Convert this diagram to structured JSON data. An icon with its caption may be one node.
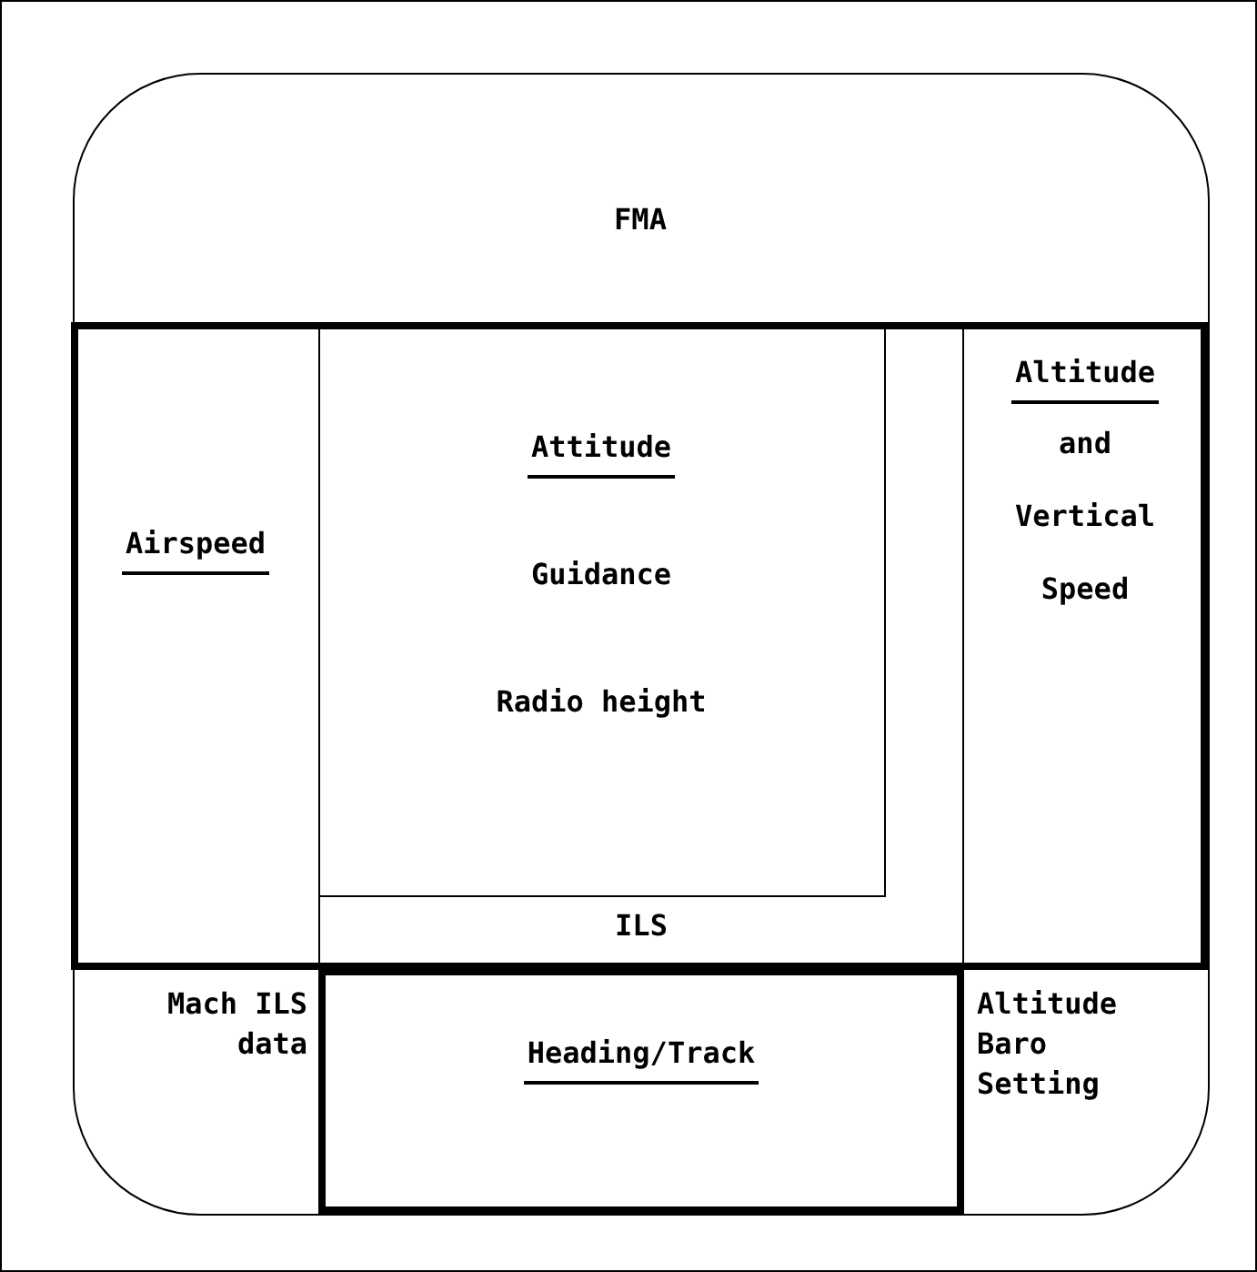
{
  "diagram": {
    "nodes": [
      {
        "text": [
          "FMA"
        ]
      },
      {
        "text": [],
        "shape": "box",
        "in": 0
      },
      {
        "text": [
          "Airspeed"
        ],
        "in": 1
      },
      {
        "text": [
          "ILS"
        ],
        "in": 1
      },
      {
        "text": [
          "Attitude",
          "Guidance",
          "Radio height"
        ],
        "in": 3
      },
      {
        "text": [
          "Altitude",
          "and Vertical Speed"
        ],
        "in": 1
      },
      {
        "text": [
          "Heading/Track"
        ],
        "in": 0
      }
    ],
    "edges": [],
    "labels": [
      "Mach ILS data",
      "Altitude Baro Setting"
    ]
  }
}
